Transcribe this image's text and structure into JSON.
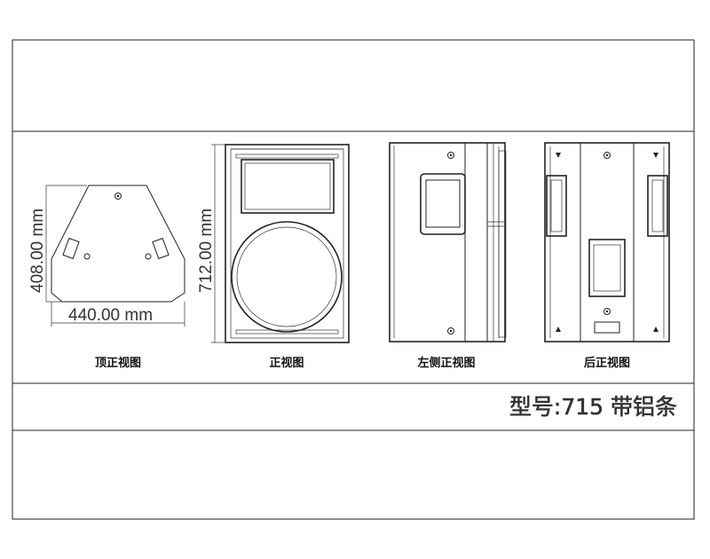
{
  "views": {
    "top": {
      "caption": "顶正视图",
      "height_dim": "408.00 mm",
      "width_dim": "440.00 mm"
    },
    "front": {
      "caption": "正视图",
      "height_dim": "712.00 mm"
    },
    "left": {
      "caption": "左侧正视图"
    },
    "rear": {
      "caption": "后正视图"
    }
  },
  "model_label": "型号:715 带铝条"
}
